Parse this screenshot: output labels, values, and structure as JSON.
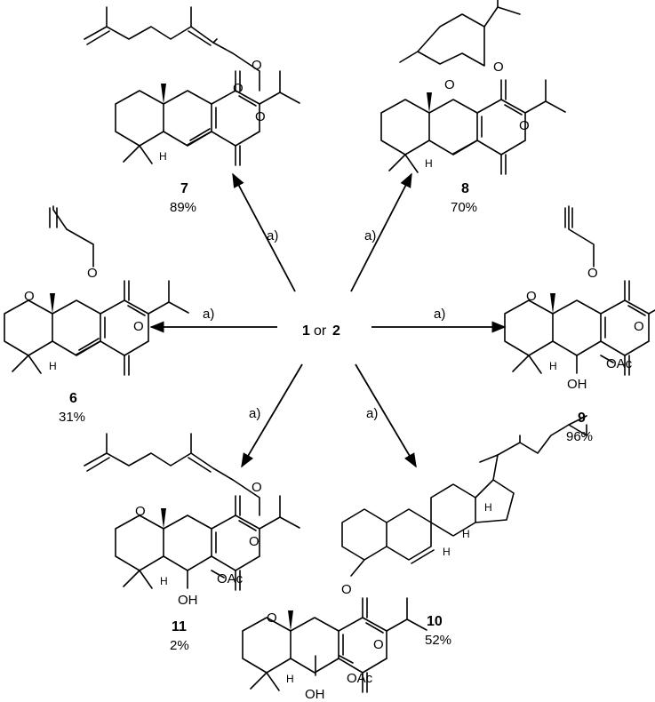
{
  "center": {
    "compound_a": "1",
    "connector": "or",
    "compound_b": "2"
  },
  "reagent_label": "a)",
  "compounds": [
    {
      "id": "7",
      "yield": "89%"
    },
    {
      "id": "8",
      "yield": "70%"
    },
    {
      "id": "6",
      "yield": "31%"
    },
    {
      "id": "9",
      "yield": "96%"
    },
    {
      "id": "11",
      "yield": "2%"
    },
    {
      "id": "10",
      "yield": "52%"
    }
  ],
  "atom_labels": {
    "oxygen": "O",
    "hydrogen": "H",
    "hydroxyl": "OH",
    "acetoxy": "OAc"
  }
}
